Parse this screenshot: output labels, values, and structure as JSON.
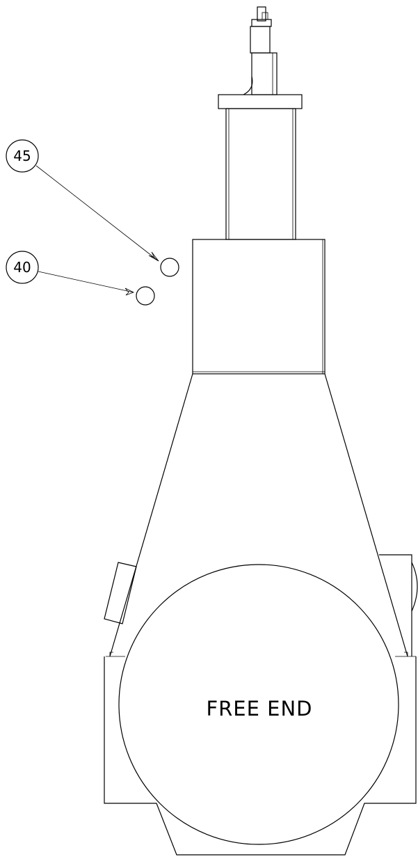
{
  "callouts": [
    {
      "id": "45",
      "label": "45"
    },
    {
      "id": "40",
      "label": "40"
    }
  ],
  "end_label": "FREE END"
}
